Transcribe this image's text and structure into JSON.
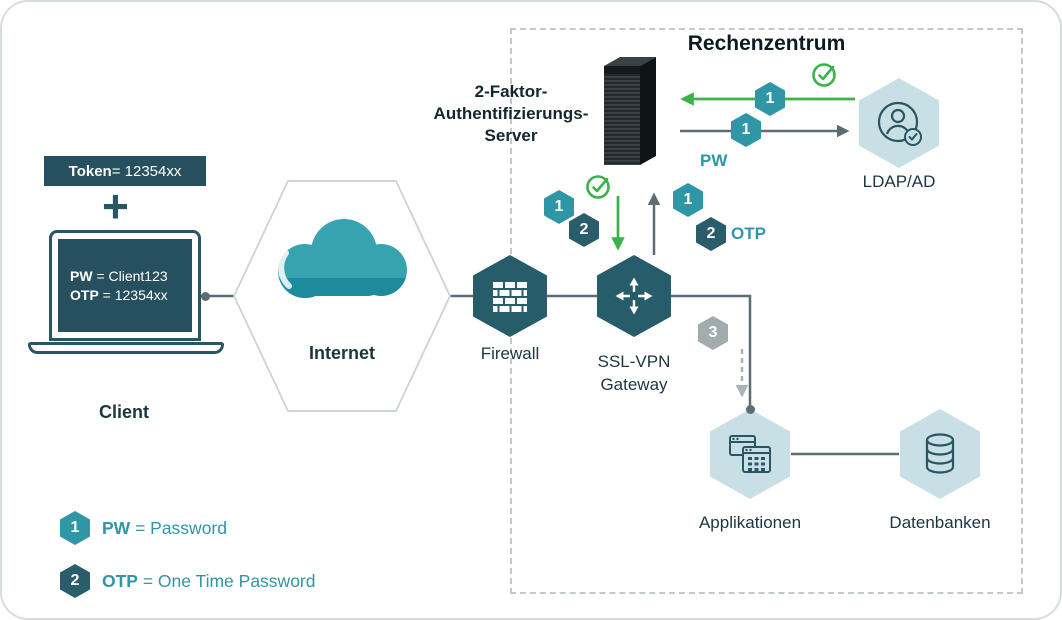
{
  "colors": {
    "teal": "#2f96a5",
    "dark_hex": "#275d6b",
    "dark_slate": "#27505f",
    "light_hex_fill": "#c9dfe6",
    "green": "#3cb24b",
    "gray_badge": "#a2acae",
    "line_gray": "#5c6d71",
    "text_dark": "#1c3540"
  },
  "client": {
    "token_bold": "Token",
    "token_rest": " = 12354xx",
    "plus": "+",
    "pw_bold": "PW",
    "pw_rest": " = Client123",
    "otp_bold": "OTP",
    "otp_rest": " = 12354xx",
    "label": "Client"
  },
  "internet": {
    "label": "Internet"
  },
  "firewall": {
    "label": "Firewall"
  },
  "gateway": {
    "line1": "SSL-VPN",
    "line2": "Gateway"
  },
  "datacenter": {
    "title": "Rechenzentrum"
  },
  "server": {
    "line1": "2-Faktor-",
    "line2": "Authentifizierungs-",
    "line3": "Server"
  },
  "ldap": {
    "label": "LDAP/AD"
  },
  "flows": {
    "badge1": "1",
    "badge2": "2",
    "badge3": "3",
    "pw": "PW",
    "otp": "OTP"
  },
  "apps": {
    "label": "Applikationen"
  },
  "db": {
    "label": "Datenbanken"
  },
  "legend": {
    "item1_num": "1",
    "item1_bold": "PW",
    "item1_rest": " = Password",
    "item2_num": "2",
    "item2_bold": "OTP",
    "item2_rest": " = One Time Password"
  }
}
